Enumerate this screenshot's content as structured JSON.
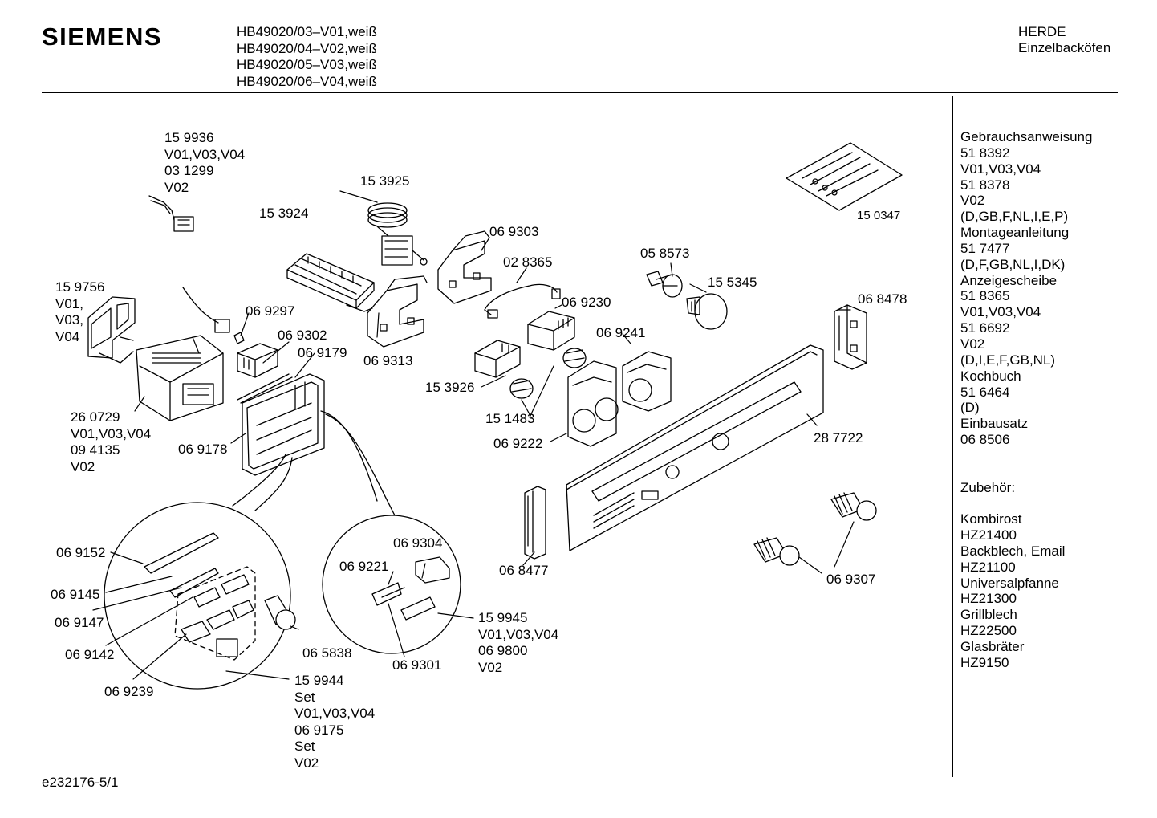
{
  "header": {
    "brand": "SIEMENS",
    "models": [
      "HB49020/03–V01,weiß",
      "HB49020/04–V02,weiß",
      "HB49020/05–V03,weiß",
      "HB49020/06–V04,weiß"
    ],
    "category": [
      "HERDE",
      "Einzelbacköfen"
    ]
  },
  "sidebar": {
    "lines": [
      "Gebrauchsanweisung",
      "51 8392",
      "V01,V03,V04",
      "51 8378",
      "V02",
      "(D,GB,F,NL,I,E,P)",
      "Montageanleitung",
      "51 7477",
      "(D,F,GB,NL,I,DK)",
      "Anzeigescheibe",
      "51 8365",
      "V01,V03,V04",
      "51 6692",
      "V02",
      "(D,I,E,F,GB,NL)",
      "Kochbuch",
      "51 6464",
      "(D)",
      "Einbausatz",
      "06 8506",
      "",
      "",
      "Zubehör:",
      "",
      "Kombirost",
      "HZ21400",
      "Backblech, Email",
      "HZ21100",
      "Universalpfanne",
      "HZ21300",
      "Grillblech",
      "HZ22500",
      "Glasbräter",
      "HZ9150"
    ]
  },
  "labels": {
    "p159936": [
      "15 9936",
      "V01,V03,V04",
      "03 1299",
      "V02"
    ],
    "p153925": "15 3925",
    "p153924": "15 3924",
    "p150347": "15 0347",
    "p069303": "06 9303",
    "p028365": "02 8365",
    "p058573": "05 8573",
    "p155345": "15 5345",
    "p159756": [
      "15 9756",
      "V01,",
      "V03,",
      "V04"
    ],
    "p069297": "06 9297",
    "p069230": "06 9230",
    "p068478": "06 8478",
    "p069302": "06 9302",
    "p069241": "06 9241",
    "p069179": "06 9179",
    "p069313": "06 9313",
    "p153926": "15 3926",
    "p151483": "15 1483",
    "p260729": [
      "26 0729",
      "V01,V03,V04",
      "09 4135",
      "V02"
    ],
    "p287722": "28 7722",
    "p069178": "06 9178",
    "p069222": "06 9222",
    "p069304": "06 9304",
    "p069152": "06 9152",
    "p069221": "06 9221",
    "p068477": "06 8477",
    "p069307": "06 9307",
    "p069145": "06 9145",
    "p069147": "06 9147",
    "p159945": [
      "15 9945",
      "V01,V03,V04",
      "06 9800",
      "V02"
    ],
    "p069142": "06 9142",
    "p065838": "06 5838",
    "p069301": "06 9301",
    "p159944": [
      "15 9944",
      "Set",
      "V01,V03,V04",
      "06 9175",
      "Set",
      "V02"
    ],
    "p069239": "06 9239"
  },
  "footer": {
    "code": "e232176-5/1"
  }
}
